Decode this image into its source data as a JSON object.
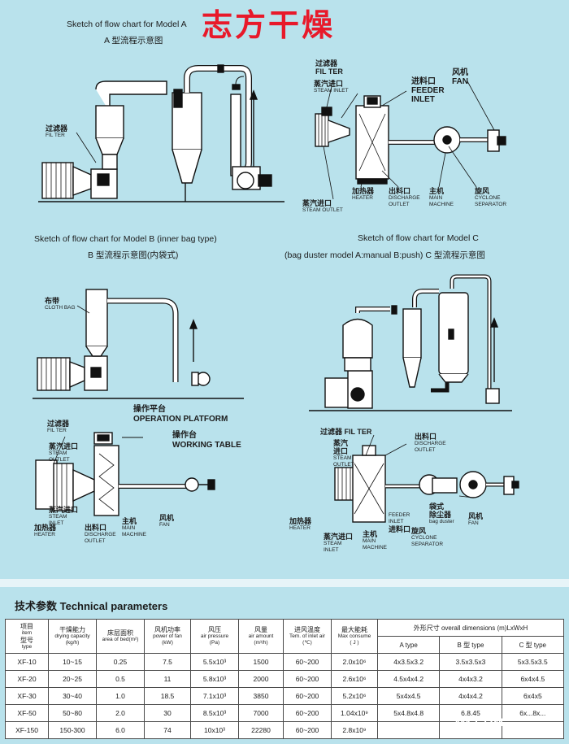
{
  "brand": "志方干燥",
  "captions": {
    "model_a_en": "Sketch of flow chart for Model A",
    "model_a_cn": "A 型流程示意图",
    "model_b_en": "Sketch of flow chart for Model B  (inner bag type)",
    "model_b_cn": "B 型流程示意图(内袋式)",
    "model_c_en": "Sketch of flow chart for Model C",
    "model_c_cn": "(bag duster model A:manual B:push) C 型流程示意图"
  },
  "labels": {
    "a_filter_cn": "过滤器",
    "a_filter_en": "FIL TER",
    "tr_filter_cn": "过滤器",
    "tr_filter_en": "FIL TER",
    "tr_steam_inlet_cn": "蒸汽进口",
    "tr_steam_inlet_en": "STEAM INLET",
    "tr_feeder_cn": "进料口",
    "tr_feeder_en1": "FEEDER",
    "tr_feeder_en2": "INLET",
    "tr_fan_cn": "风机",
    "tr_fan_en": "FAN",
    "tr_heater_cn": "加热器",
    "tr_heater_en": "HEATER",
    "tr_discharge_cn": "出料口",
    "tr_discharge_en1": "DISCHARGE",
    "tr_discharge_en2": "OUTLET",
    "tr_main_cn": "主机",
    "tr_main_en1": "MAIN",
    "tr_main_en2": "MACHINE",
    "tr_steam_outlet_cn": "蒸汽进口",
    "tr_steam_outlet_en": "STEAM OUTLET",
    "tr_cyclone_cn": "旋风",
    "tr_cyclone_en1": "CYCLONE",
    "tr_cyclone_en2": "SEPARATOR",
    "b_cloth_cn": "布带",
    "b_cloth_en": "CLOTH BAG",
    "bl_platform_cn": "操作平台",
    "bl_platform_en": "OPERATION PLATFORM",
    "bl_table_cn": "操作台",
    "bl_table_en": "WORKING TABLE",
    "bl_filter_cn": "过滤器",
    "bl_filter_en": "FIL TER",
    "bl_steam_out_cn": "蒸汽进口",
    "bl_steam_out_en1": "STEAM",
    "bl_steam_out_en2": "OUTLET",
    "bl_steam_in_cn": "蒸汽进口",
    "bl_steam_in_en1": "STEAM",
    "bl_steam_in_en2": "INLET",
    "bl_heater_cn": "加热器",
    "bl_heater_en": "HEATER",
    "bl_discharge_cn": "出料口",
    "bl_discharge_en1": "DISCHARGE",
    "bl_discharge_en2": "OUTLET",
    "bl_main_cn": "主机",
    "bl_main_en1": "MAIN",
    "bl_main_en2": "MACHINE",
    "bl_fan_cn": "风机",
    "bl_fan_en": "FAN",
    "br_filter": "过滤器 FIL TER",
    "br_steam_cn1": "蒸汽",
    "br_steam_cn2": "进口",
    "br_steam_en1": "STEAM",
    "br_steam_en2": "OUTLET",
    "br_discharge_cn": "出料口",
    "br_discharge_en1": "DISCHARGE",
    "br_discharge_en2": "OUTLET",
    "br_heater_cn": "加热器",
    "br_heater_en": "HEATER",
    "br_steam_in_cn": "蒸汽进口",
    "br_steam_in_en1": "STEAM",
    "br_steam_in_en2": "INLET",
    "br_main_cn": "主机",
    "br_main_en1": "MAIN",
    "br_main_en2": "MACHINE",
    "br_feeder_en1": "FEEDER",
    "br_feeder_en2": "INLET",
    "br_feeder_cn": "进料口",
    "br_bag_cn1": "袋式",
    "br_bag_cn2": "除尘器",
    "br_bag_en": "bag duster",
    "br_cyclone_cn": "旋风",
    "br_cyclone_en1": "CYCLONE",
    "br_cyclone_en2": "SEPARATOR",
    "br_fan_cn": "风机",
    "br_fan_en": "FAN"
  },
  "tech": {
    "title": "技术参数 Technical parameters",
    "headers": {
      "item_cn": "项目",
      "item_en": "item",
      "type_cn": "型号",
      "type_en": "type",
      "capacity_cn": "干燥能力",
      "capacity_en": "drying capacity",
      "capacity_unit": "(kg/h)",
      "bed_cn": "床层面积",
      "bed_en": "area of bed(m²)",
      "fan_cn": "风机功率",
      "fan_en": "power of fan",
      "fan_unit": "(kW)",
      "pressure_cn": "风压",
      "pressure_en": "air pressure",
      "pressure_unit": "(Pa)",
      "amount_cn": "风量",
      "amount_en": "air amount",
      "amount_unit": "(m³/h)",
      "inlet_cn": "进风温度",
      "inlet_en": "Tem. of inlet air",
      "inlet_unit": "(℃)",
      "consume_cn": "最大能耗",
      "consume_en": "Max consume",
      "consume_unit": "( J )",
      "dims": "外形尺寸 overall dimensions (m)LxWxH",
      "a_type": "A type",
      "b_type": "B 型 type",
      "c_type": "C 型 type"
    },
    "rows": [
      [
        "XF-10",
        "10~15",
        "0.25",
        "7.5",
        "5.5x10³",
        "1500",
        "60~200",
        "2.0x10⁶",
        "4x3.5x3.2",
        "3.5x3.5x3",
        "5x3.5x3.5"
      ],
      [
        "XF-20",
        "20~25",
        "0.5",
        "11",
        "5.8x10³",
        "2000",
        "60~200",
        "2.6x10⁶",
        "4.5x4x4.2",
        "4x4x3.2",
        "6x4x4.5"
      ],
      [
        "XF-30",
        "30~40",
        "1.0",
        "18.5",
        "7.1x10³",
        "3850",
        "60~200",
        "5.2x10⁶",
        "5x4x4.5",
        "4x4x4.2",
        "6x4x5"
      ],
      [
        "XF-50",
        "50~80",
        "2.0",
        "30",
        "8.5x10³",
        "7000",
        "60~200",
        "1.04x10⁹",
        "5x4.8x4.8",
        "6.8.45",
        "6x...8x..."
      ],
      [
        "XF-150",
        "150-300",
        "6.0",
        "74",
        "10x10³",
        "22280",
        "60~200",
        "2.8x10⁹",
        "",
        "",
        ""
      ]
    ]
  },
  "watermark": "***.COM"
}
